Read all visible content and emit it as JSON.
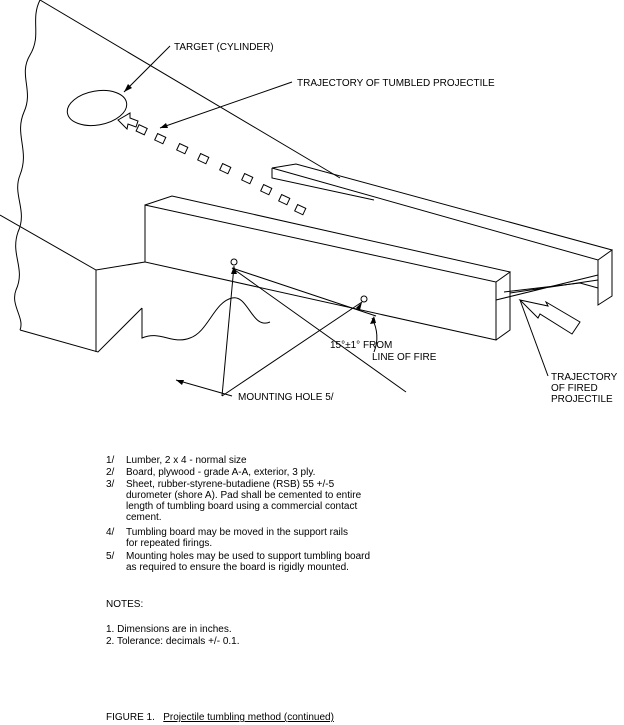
{
  "diagram": {
    "labels": {
      "target": "TARGET (CYLINDER)",
      "trajectory_tumbled": "TRAJECTORY OF TUMBLED PROJECTILE",
      "angle_line1": "15°±1° FROM",
      "angle_line2": "LINE OF FIRE",
      "mounting_hole": "MOUNTING HOLE 5/",
      "trajectory_fired_line1": "TRAJECTORY",
      "trajectory_fired_line2": "OF FIRED",
      "trajectory_fired_line3": "PROJECTILE"
    }
  },
  "footnotes": [
    {
      "num": "1/",
      "text": "Lumber, 2 x 4 - normal size"
    },
    {
      "num": "2/",
      "text": "Board, plywood - grade A-A, exterior, 3 ply."
    },
    {
      "num": "3/",
      "text": "Sheet, rubber-styrene-butadiene (RSB) 55 +/-5\ndurometer (shore A).  Pad shall be cemented to entire\nlength of tumbling board using a commercial contact\ncement."
    },
    {
      "num": "4/",
      "text": "Tumbling board may be moved in the support rails\nfor repeated firings."
    },
    {
      "num": "5/",
      "text": "Mounting holes may be used to support tumbling board\nas required to ensure the board is rigidly mounted."
    }
  ],
  "notes": {
    "heading": "NOTES:",
    "items": [
      "1.  Dimensions are in inches.",
      "2.  Tolerance: decimals +/- 0.1."
    ]
  },
  "caption": {
    "label": "FIGURE 1.",
    "title": "Projectile tumbling method (continued)"
  }
}
